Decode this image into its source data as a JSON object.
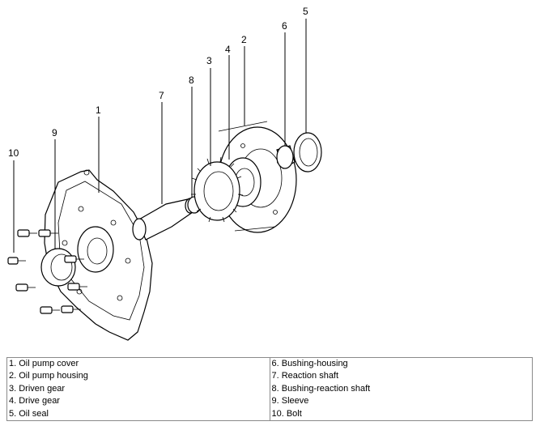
{
  "callouts": [
    "1",
    "2",
    "3",
    "4",
    "5",
    "6",
    "7",
    "8",
    "9",
    "10"
  ],
  "legend": {
    "left": [
      "1. Oil pump cover",
      "2. Oil pump housing",
      "3. Driven gear",
      "4. Drive gear",
      "5. Oil seal"
    ],
    "right": [
      "6. Bushing-housing",
      "7. Reaction shaft",
      "8. Bushing-reaction shaft",
      "9. Sleeve",
      "10. Bolt"
    ]
  }
}
